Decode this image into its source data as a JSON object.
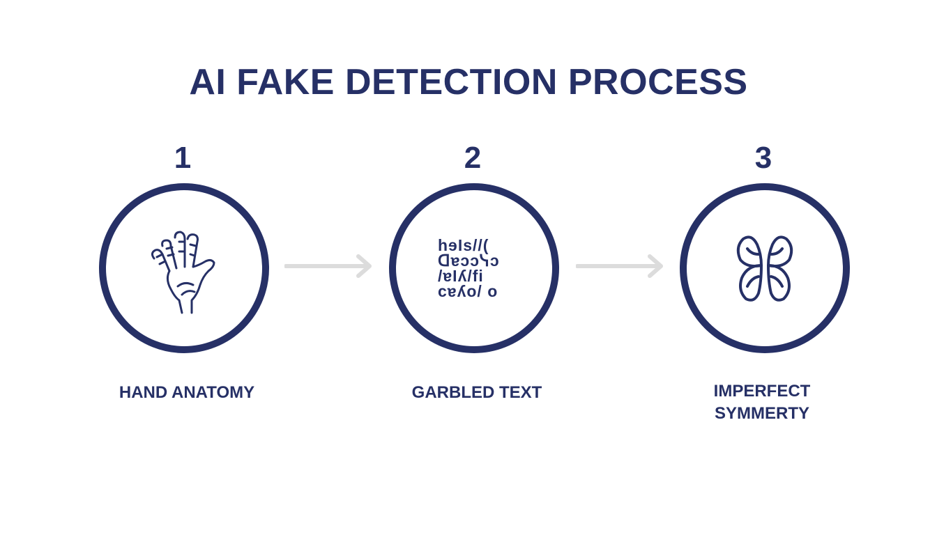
{
  "title": "AI FAKE DETECTION PROCESS",
  "colors": {
    "primary": "#263066",
    "arrow": "#dcdcdc",
    "background": "#ffffff"
  },
  "steps": [
    {
      "number": "1",
      "label": "HAND ANATOMY",
      "icon": "hand-icon"
    },
    {
      "number": "2",
      "label": "GARBLED TEXT",
      "icon": "garbled-text-icon",
      "garbled_lines": [
        "hɘIs//(",
        "ᗡɐɔɔᓭɔ",
        "/ɐIʎ/fi",
        "cɐʎo/ o"
      ]
    },
    {
      "number": "3",
      "label": "IMPERFECT SYMMERTY",
      "icon": "butterfly-icon"
    }
  ]
}
